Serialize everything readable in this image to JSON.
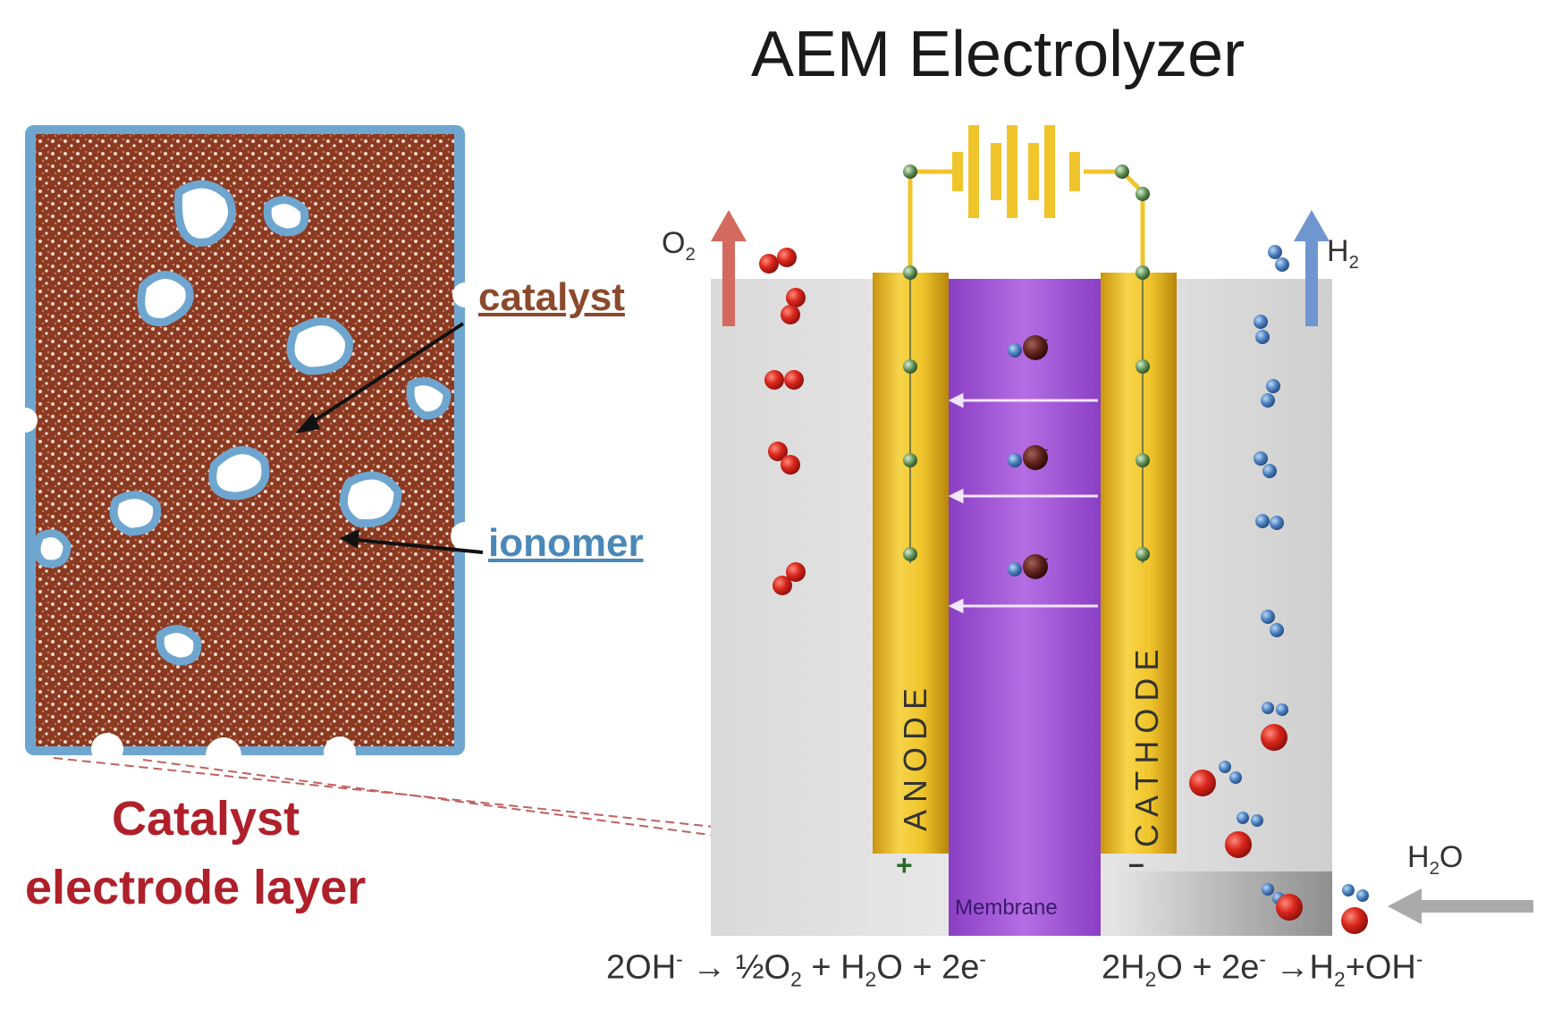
{
  "title": "AEM Electrolyzer",
  "labels": {
    "catalyst": "catalyst",
    "ionomer": "ionomer",
    "layer_line1": "Catalyst",
    "layer_line2": "electrode layer",
    "anode": "ANODE",
    "cathode": "CATHODE",
    "membrane": "Membrane",
    "plus": "+",
    "minus": "–"
  },
  "species": {
    "o2": "O",
    "o2_sub": "2",
    "h2": "H",
    "h2_sub": "2",
    "h2o_h": "H",
    "h2o_sub": "2",
    "h2o_o": "O"
  },
  "equations": {
    "anode": {
      "a": "2OH",
      "a_sup": "-",
      "b": " → ½O",
      "b_sub": "2",
      "c": " + H",
      "c_sub": "2",
      "d": "O + 2e",
      "d_sup": "-"
    },
    "cathode": {
      "a": "2H",
      "a_sub": "2",
      "b": "O + 2e",
      "b_sup": "-",
      "c": " →H",
      "c_sub": "2",
      "d": "+OH",
      "d_sup": "-"
    }
  },
  "colors": {
    "catalyst": "#8b3a22",
    "ionomer": "#6fa6cf",
    "anode_plate": "#e8b820",
    "membrane": "#a35ad6",
    "o2_arrow": "#d46a5e",
    "h2_arrow": "#6f96cf",
    "h2o_arrow": "#aaaaaa",
    "layer_text": "#b0202a"
  }
}
